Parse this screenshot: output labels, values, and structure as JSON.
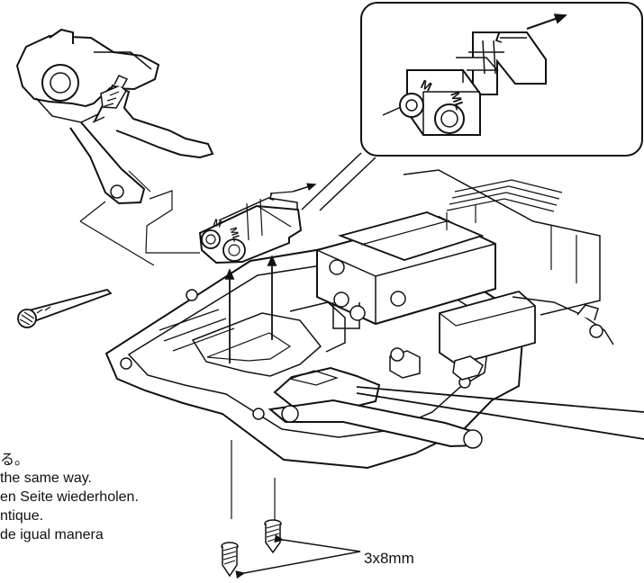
{
  "diagram": {
    "colors": {
      "line": "#111111",
      "fill": "#ffffff",
      "shade": "#dcdcdc"
    },
    "detail_callout": {
      "labels": {
        "left": "M",
        "middle": "ML",
        "right": "L"
      }
    },
    "part_labels": {
      "left": "M",
      "middle": "ML",
      "right": "L"
    },
    "notes": [
      "る。",
      "the same way.",
      "en Seite wiederholen.",
      "ntique.",
      "de igual manera"
    ],
    "screw_size": "3x8mm"
  }
}
